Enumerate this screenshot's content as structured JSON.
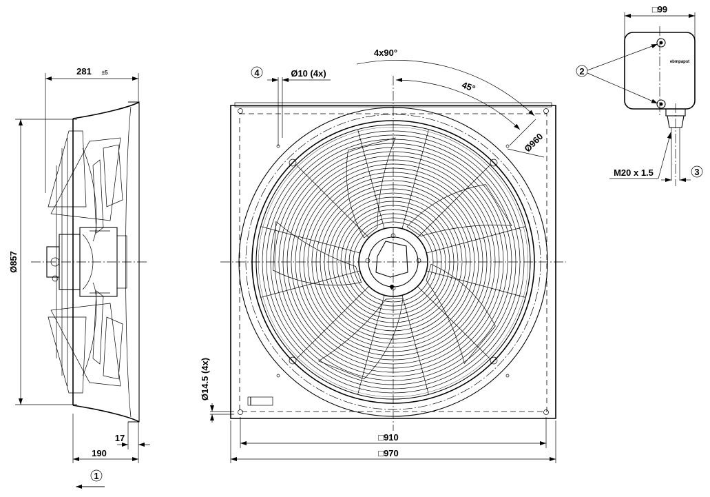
{
  "side_view": {
    "depth_label": "281",
    "depth_tolerance": "±5",
    "diameter_label": "Ø857",
    "flange_label": "17",
    "overall_depth_label": "190",
    "airflow_callout": "1"
  },
  "front_view": {
    "angle_label": "4x90°",
    "half_angle_label": "45°",
    "bolt_circle_label": "Ø960",
    "hole_label": "Ø10 (4x)",
    "callout_4": "4",
    "mount_hole_label": "Ø14.5 (4x)",
    "inner_width_label": "□910",
    "outer_width_label": "□970"
  },
  "terminal_box": {
    "width_label": "□99",
    "brand_text": "ebmpapst",
    "callout_2": "2",
    "callout_3": "3",
    "thread_label": "M20 x 1.5"
  }
}
